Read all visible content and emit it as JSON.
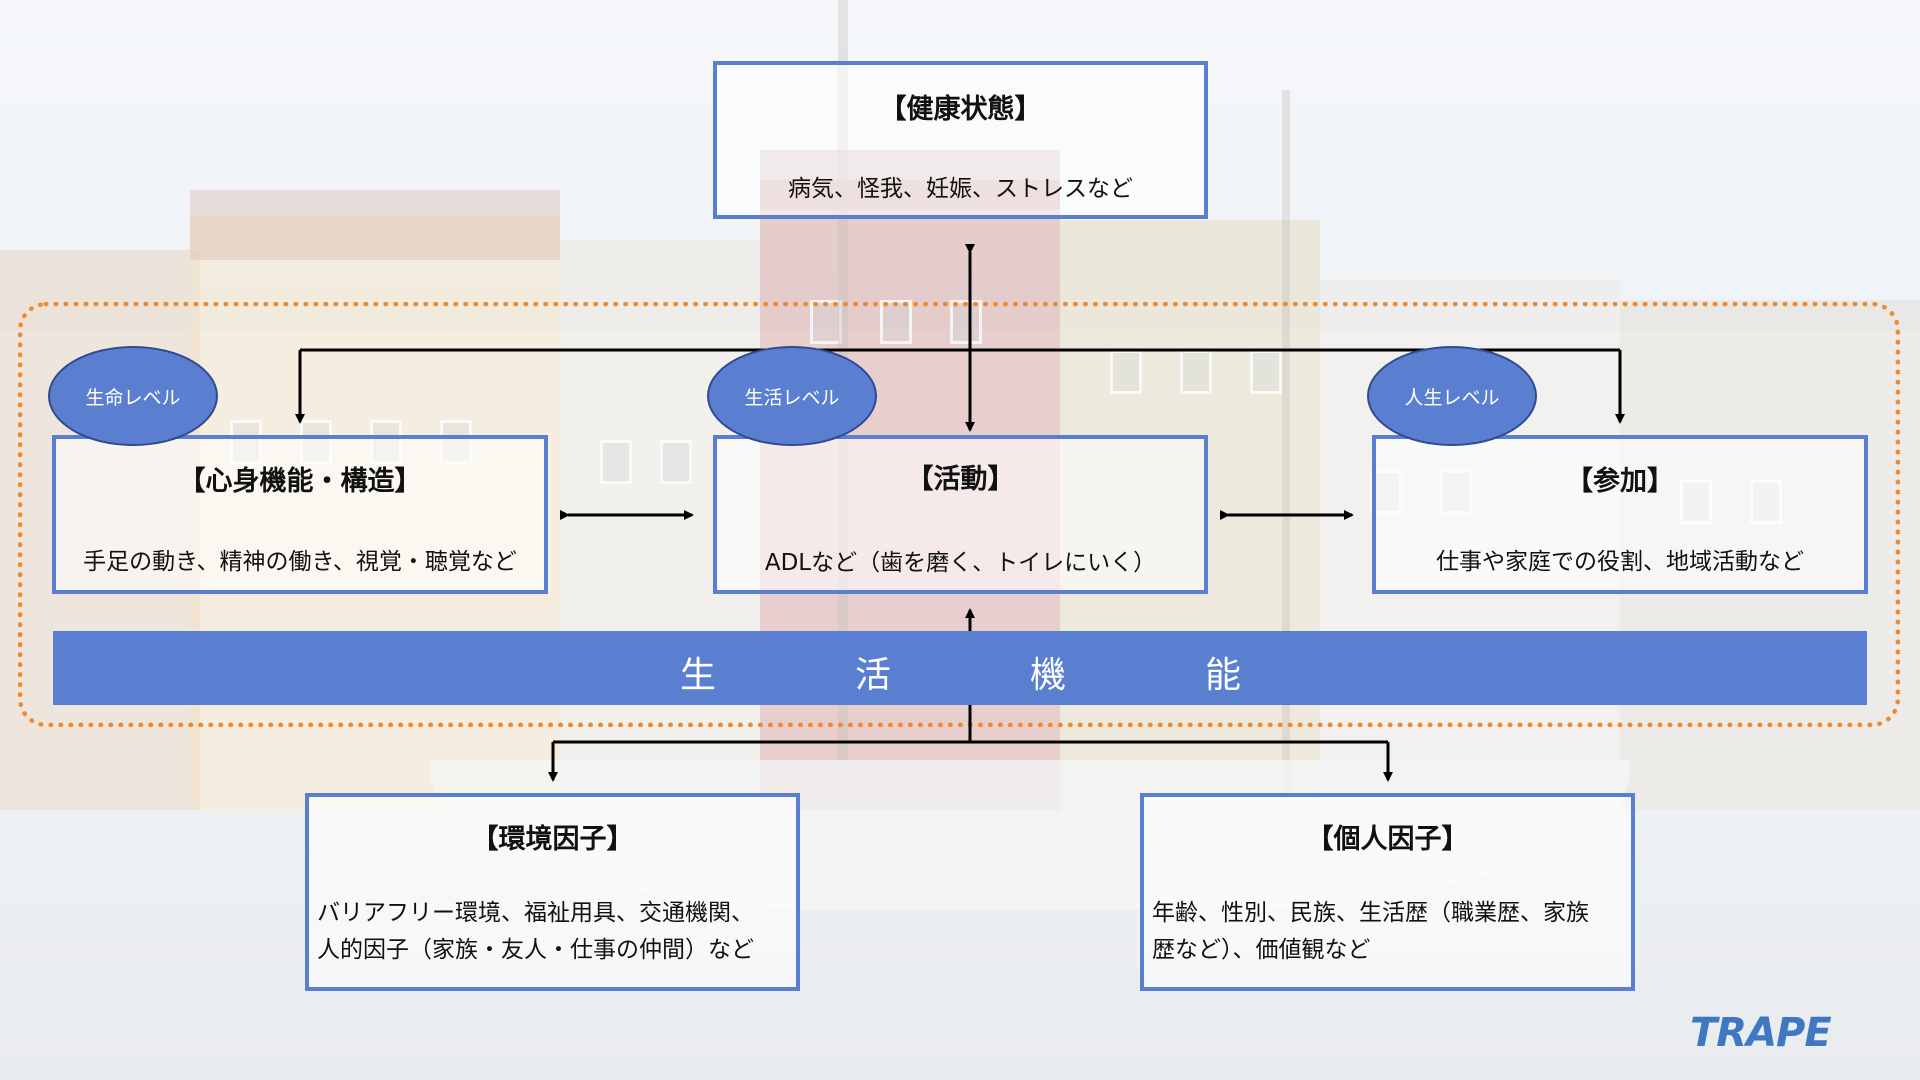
{
  "health": {
    "title": "【健康状態】",
    "desc": "病気、怪我、妊娠、ストレスなど"
  },
  "body_function": {
    "title": "【心身機能・構造】",
    "desc": "手足の動き、精神の働き、視覚・聴覚など",
    "level": "生命レベル"
  },
  "activity": {
    "title": "【活動】",
    "desc": "ADLなど（歯を磨く、トイレにいく）",
    "level": "生活レベル"
  },
  "participation": {
    "title": "【参加】",
    "desc": "仕事や家庭での役割、地域活動など",
    "level": "人生レベル"
  },
  "band": {
    "chars": [
      "生",
      "活",
      "機",
      "能"
    ]
  },
  "environment": {
    "title": "【環境因子】",
    "desc_line1": "バリアフリー環境、福祉用具、交通機関、",
    "desc_line2": "人的因子（家族・友人・仕事の仲間）など"
  },
  "personal": {
    "title": "【個人因子】",
    "desc_line1": "年齢、性別、民族、生活歴（職業歴、家族",
    "desc_line2": "歴など）、価値観など"
  },
  "logo": {
    "text": "TRAPE"
  },
  "colors": {
    "box_border": "#5b7fd0",
    "ellipse_fill": "#5b7fd0",
    "band_fill": "#5b7fd0",
    "frame": "#f08a2e",
    "logo": "#3e78c2"
  }
}
